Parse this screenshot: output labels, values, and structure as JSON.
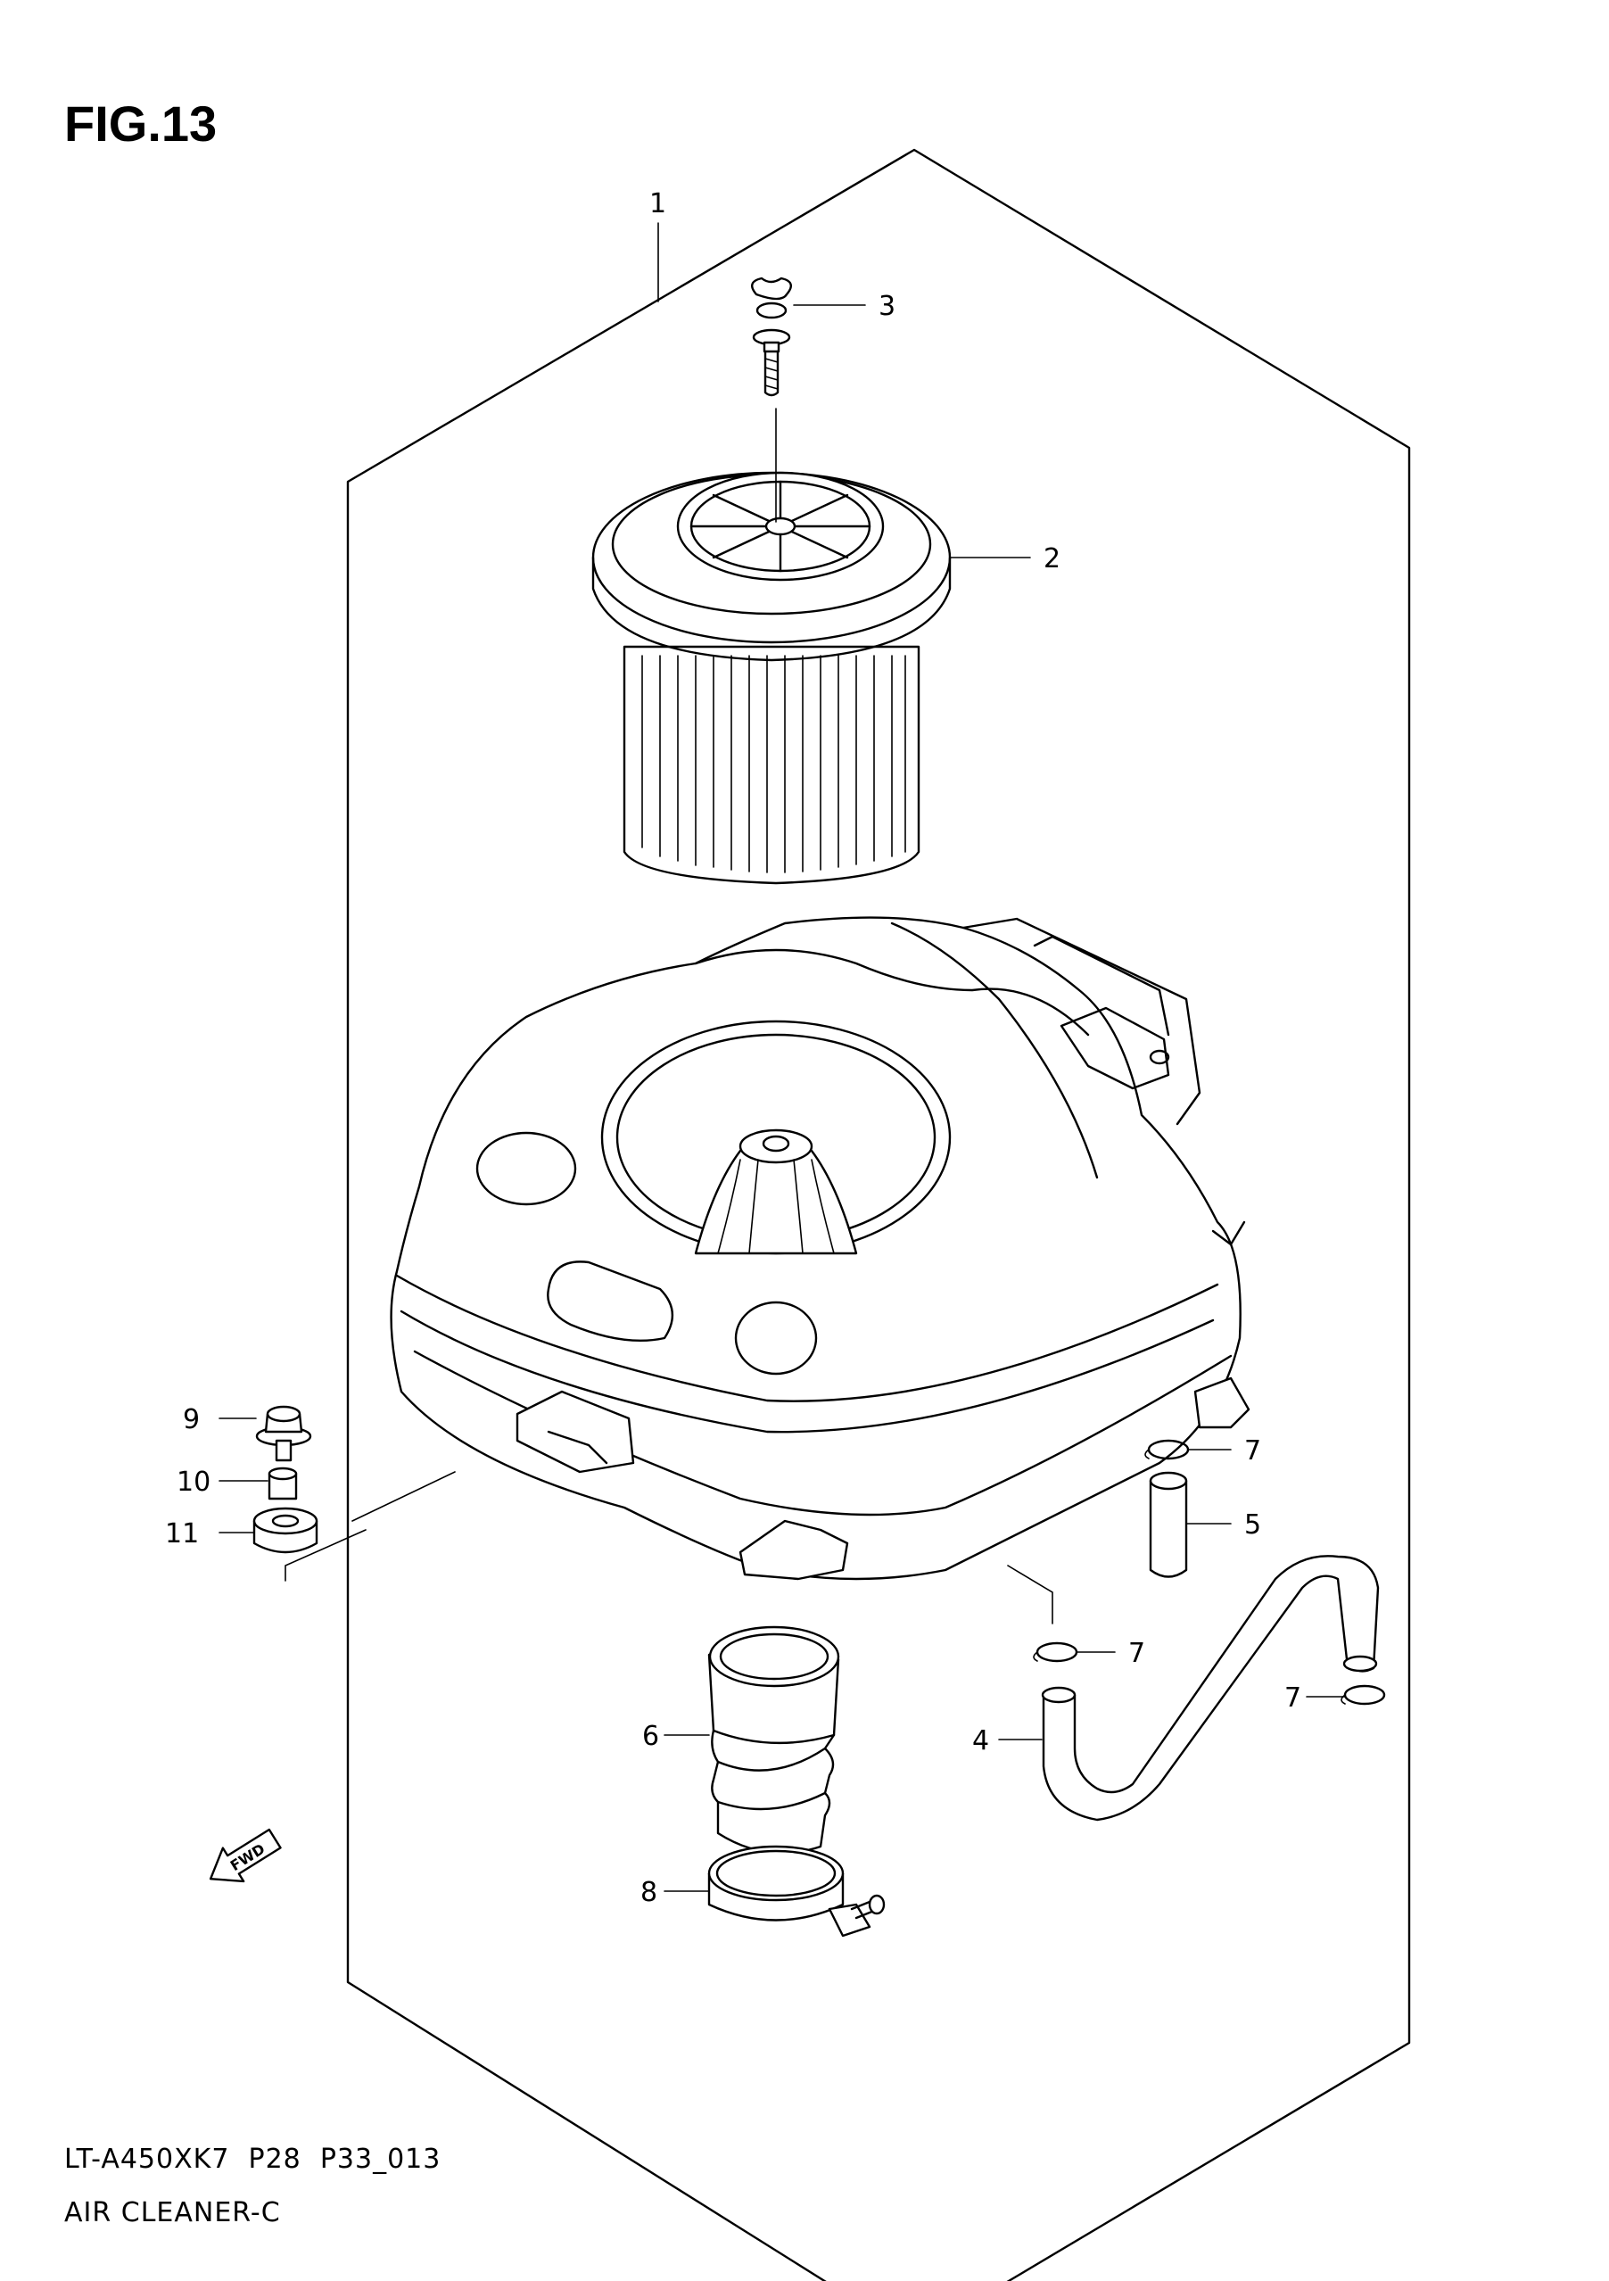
{
  "figure": {
    "title": "FIG.13"
  },
  "footer": {
    "code": "LT-A450XK7  P28  P33_013",
    "name": "AIR CLEANER-C"
  },
  "fwd_arrow": {
    "text": "FWD"
  },
  "callouts": [
    "1",
    "2",
    "3",
    "4",
    "5",
    "6",
    "7",
    "7",
    "7",
    "8",
    "9",
    "10",
    "11"
  ]
}
